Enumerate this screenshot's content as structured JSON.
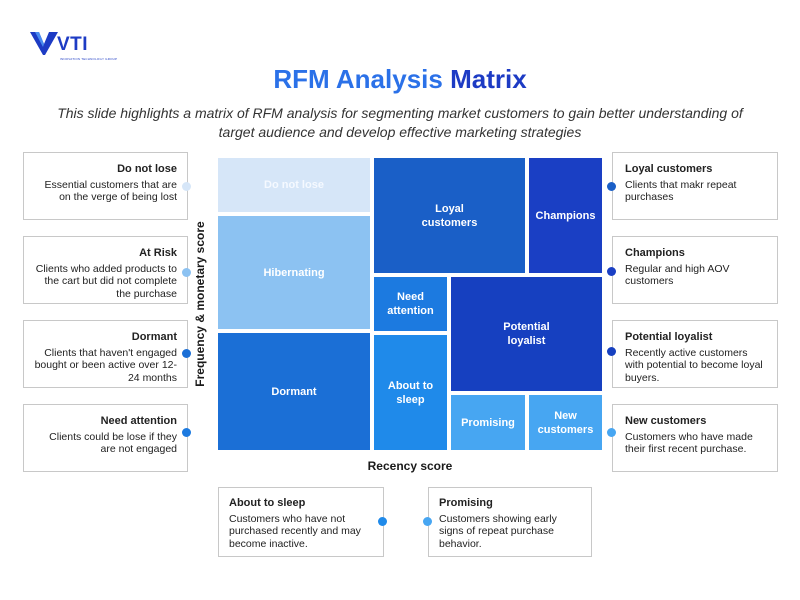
{
  "logo": {
    "text": "VTI",
    "tagline": "INNOVATION TECHNOLOGY GROUP"
  },
  "title": {
    "part1": "RFM Analysis",
    "part2": "Matrix"
  },
  "subtitle": "This slide highlights a matrix of RFM analysis for segmenting market customers to gain better understanding of target audience and develop effective marketing strategies",
  "axes": {
    "x_label": "Recency score",
    "y_label": "Frequency & monetary score"
  },
  "colors": {
    "title_light": "#2b71e8",
    "title_dark": "#1d3bc4",
    "do_not_lose": "#d6e6f8",
    "hibernating": "#8cc2f2",
    "dormant": "#1b6fd6",
    "loyal": "#1a5fc7",
    "champions": "#1a3fc4",
    "need_attention": "#1c7ae0",
    "about_to_sleep": "#1f8aea",
    "potential_loyalist": "#1640c0",
    "promising": "#47a6f2",
    "new_customers": "#47a6f2"
  },
  "matrix": {
    "do_not_lose": "Do not lose",
    "hibernating": "Hibernating",
    "dormant": "Dormant",
    "loyal": "Loyal customers",
    "champions": "Champions",
    "need_attention": "Need attention",
    "about_to_sleep": "About to sleep",
    "potential_loyalist": "Potential loyalist",
    "promising": "Promising",
    "new_customers": "New customers"
  },
  "callouts": {
    "do_not_lose": {
      "title": "Do not lose",
      "text": "Essential customers that are on the verge of being lost"
    },
    "at_risk": {
      "title": "At Risk",
      "text": "Clients who added products to the cart but did not complete the purchase"
    },
    "dormant": {
      "title": "Dormant",
      "text": "Clients that haven't engaged bought or been active over 12-24 months"
    },
    "need_attention": {
      "title": "Need attention",
      "text": "Clients could be lose if they are not engaged"
    },
    "loyal": {
      "title": "Loyal customers",
      "text": "Clients that makr repeat purchases"
    },
    "champions": {
      "title": "Champions",
      "text": "Regular and high AOV customers"
    },
    "potential_loyalist": {
      "title": "Potential loyalist",
      "text": "Recently active customers with potential to become loyal buyers."
    },
    "new_customers": {
      "title": "New customers",
      "text": "Customers who have made their first recent purchase."
    },
    "about_to_sleep": {
      "title": "About to sleep",
      "text": "Customers who have not purchased recently and may become inactive."
    },
    "promising": {
      "title": "Promising",
      "text": "Customers showing early signs of repeat purchase behavior."
    }
  }
}
